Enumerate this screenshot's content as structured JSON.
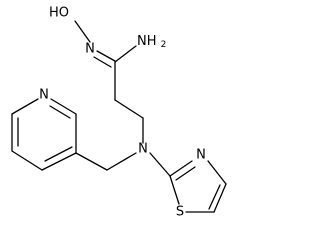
{
  "atoms": {
    "hydroxyl": "HO",
    "oxime_nitrogen": "N",
    "amine": "NH",
    "amine_subscript": "2",
    "pyridine_nitrogen": "N",
    "tertiary_amine_nitrogen": "N",
    "thiazole_nitrogen": "N",
    "thiazole_sulfur": "S"
  }
}
